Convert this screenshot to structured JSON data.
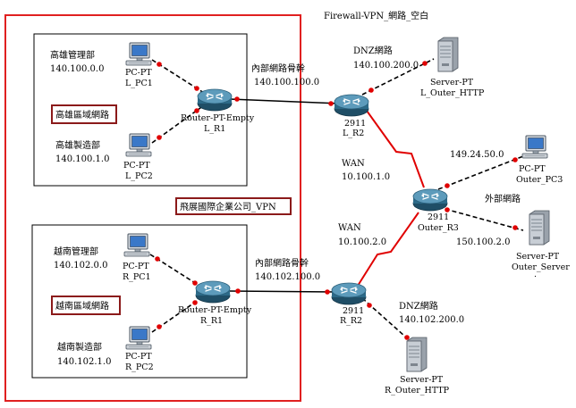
{
  "title": "Firewall-VPN_網路_空白",
  "colors": {
    "vpn_outline": "#e02020",
    "site_box": "#000000",
    "wan_link": "#e00000",
    "router_body": "#2f6f8f",
    "link_dot": "#e00000",
    "label_box": "#8b1a1a"
  },
  "kaohsiung": {
    "region_label": "高雄區域網路",
    "mgmt": {
      "name": "高雄管理部",
      "net": "140.100.0.0"
    },
    "mfg": {
      "name": "高雄製造部",
      "net": "140.100.1.0"
    },
    "pc1": {
      "type": "PC-PT",
      "name": "L_PC1"
    },
    "pc2": {
      "type": "PC-PT",
      "name": "L_PC2"
    },
    "router": {
      "type": "Router-PT-Empty",
      "name": "L_R1"
    },
    "backbone": {
      "name": "內部網路骨幹",
      "net": "140.100.100.0"
    },
    "r2": {
      "model": "2911",
      "name": "L_R2"
    },
    "dmz": {
      "name": "DNZ網路",
      "net": "140.100.200.0"
    },
    "server": {
      "type": "Server-PT",
      "name": "L_Outer_HTTP"
    },
    "wan": {
      "name": "WAN",
      "net": "10.100.1.0"
    }
  },
  "company_label": "飛展國際企業公司_VPN",
  "vietnam": {
    "region_label": "越南區域網路",
    "mgmt": {
      "name": "越南管理部",
      "net": "140.102.0.0"
    },
    "mfg": {
      "name": "越南製造部",
      "net": "140.102.1.0"
    },
    "pc1": {
      "type": "PC-PT",
      "name": "R_PC1"
    },
    "pc2": {
      "type": "PC-PT",
      "name": "R_PC2"
    },
    "router": {
      "type": "Router-PT-Empty",
      "name": "R_R1"
    },
    "backbone": {
      "name": "內部網路骨幹",
      "net": "140.102.100.0"
    },
    "r2": {
      "model": "2911",
      "name": "R_R2"
    },
    "dmz": {
      "name": "DNZ網路",
      "net": "140.102.200.0"
    },
    "server": {
      "type": "Server-PT",
      "name": "R_Outer_HTTP"
    },
    "wan": {
      "name": "WAN",
      "net": "10.100.2.0"
    }
  },
  "outer": {
    "router": {
      "model": "2911",
      "name": "Outer_R3"
    },
    "pc": {
      "type": "PC-PT",
      "name": "Outer_PC3",
      "net": "149.24.50.0"
    },
    "ext_label": "外部網路",
    "server": {
      "type": "Server-PT",
      "name": "Outer_Server",
      "net": "150.100.2.0",
      "extra": "."
    }
  },
  "icons": {
    "pc": "pc-icon",
    "router": "router-icon",
    "server": "server-icon"
  }
}
